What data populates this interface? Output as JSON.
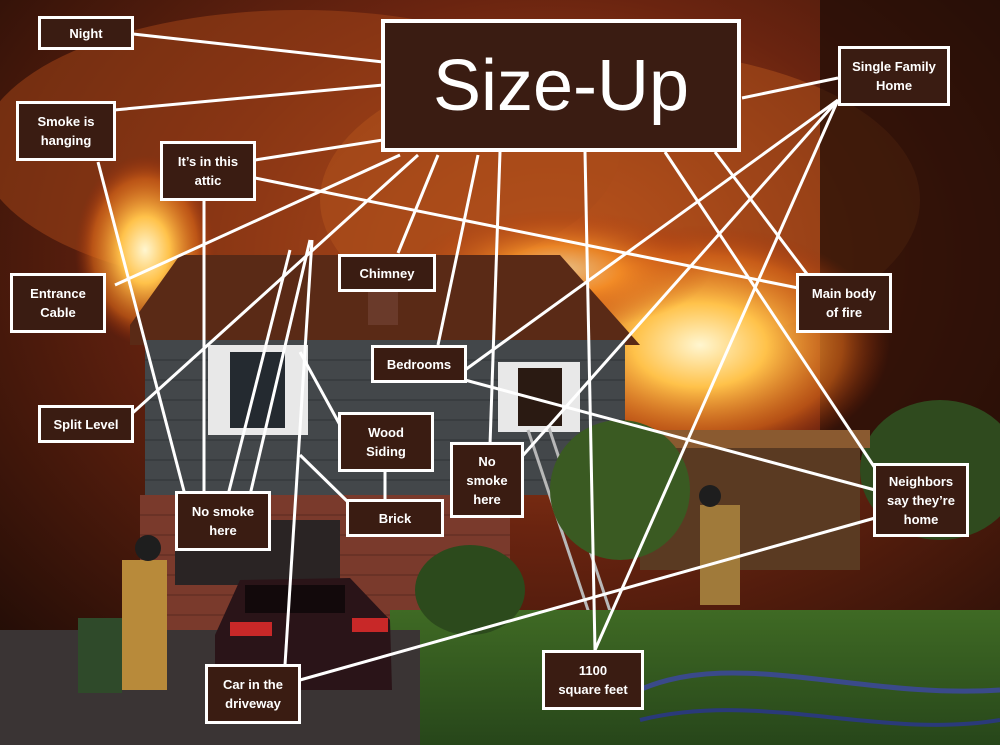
{
  "title": "Size-Up",
  "labels": {
    "night": "Night",
    "smoke_hanging": "Smoke is\nhanging",
    "in_attic": "It’s in this\nattic",
    "entrance_cable": "Entrance\nCable",
    "chimney": "Chimney",
    "single_family": "Single Family\nHome",
    "main_body": "Main body\nof fire",
    "bedrooms": "Bedrooms",
    "split_level": "Split Level",
    "wood_siding": "Wood\nSiding",
    "no_smoke_left": "No smoke\nhere",
    "no_smoke_center": "No\nsmoke\nhere",
    "brick": "Brick",
    "neighbors": "Neighbors\nsay they’re\nhome",
    "car": "Car in the\ndriveway",
    "square_feet": "1100\nsquare feet"
  },
  "colors": {
    "label_fill": "#3a1c12",
    "label_border": "#ffffff",
    "fire": "#ffb040",
    "smoke": "#8a3a14"
  }
}
